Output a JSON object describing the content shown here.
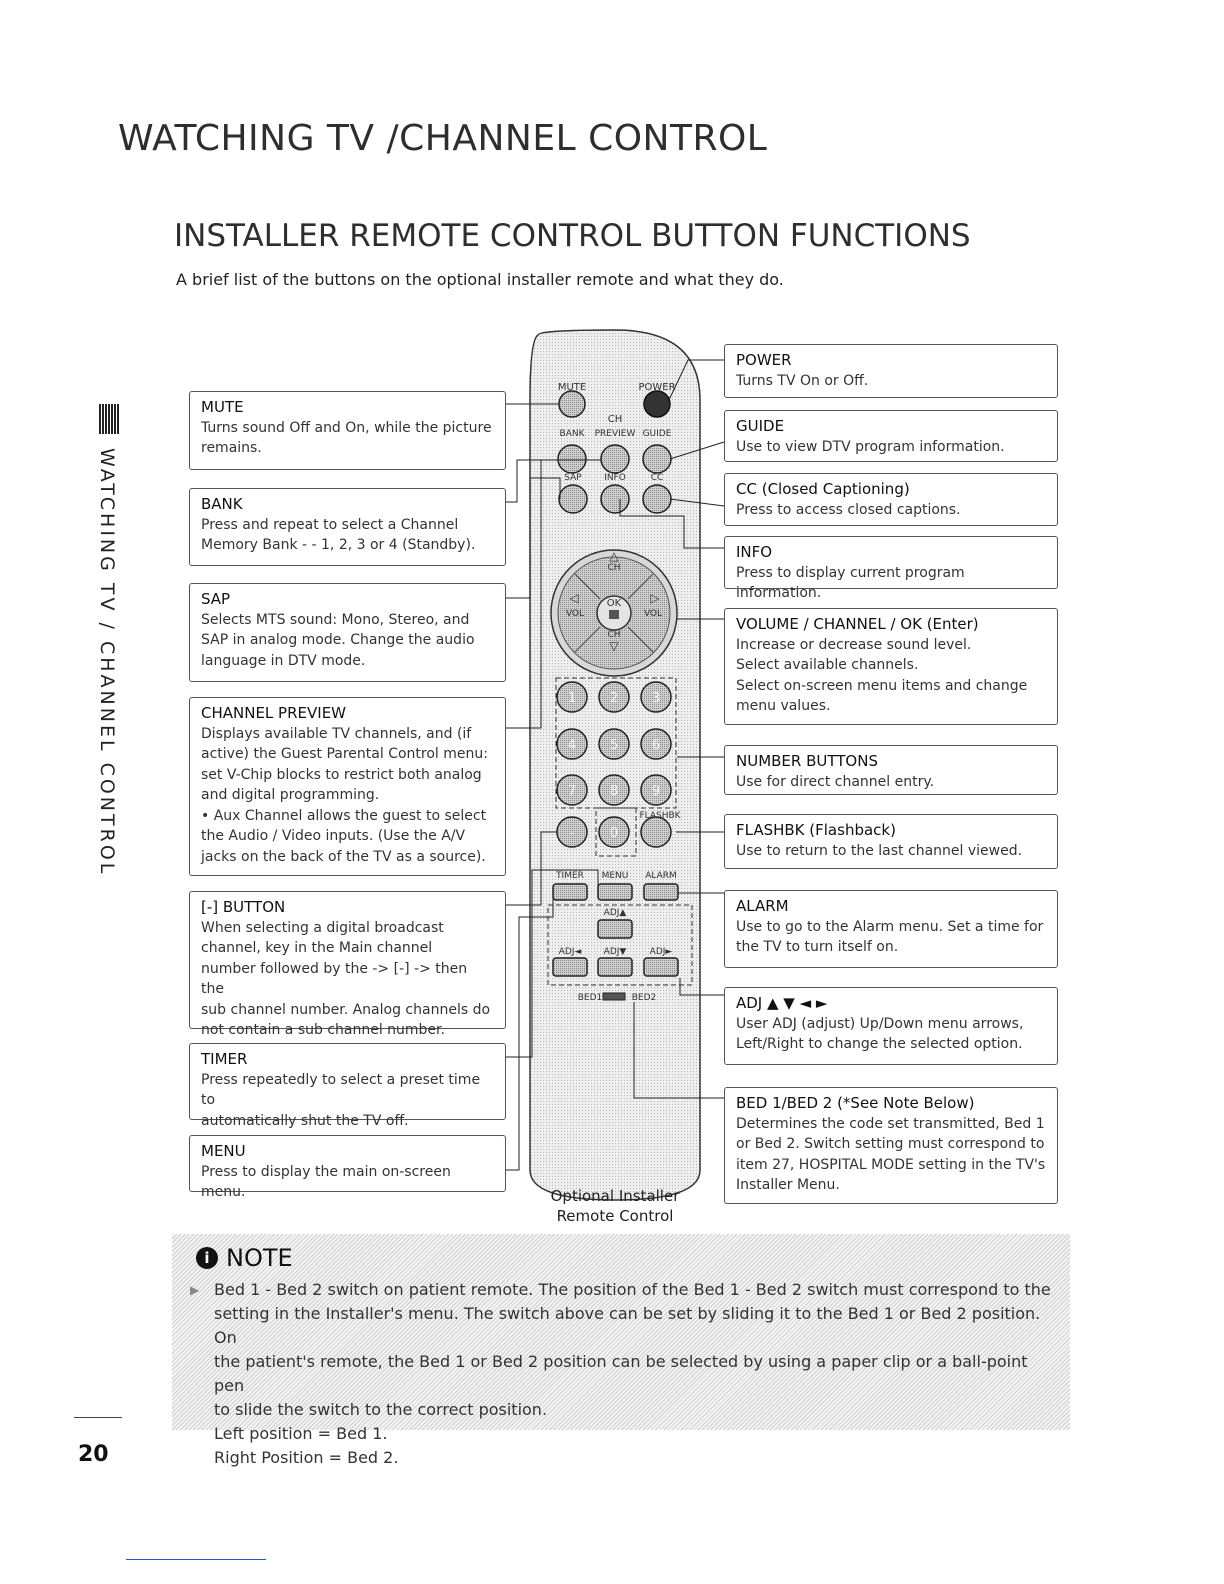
{
  "header": {
    "section_title": "WATCHING TV /CHANNEL CONTROL",
    "page_title": "INSTALLER REMOTE CONTROL BUTTON FUNCTIONS",
    "intro": "A brief list of the buttons on the optional installer remote and what they do."
  },
  "side_tab": "WATCHING TV / CHANNEL CONTROL",
  "left_boxes": [
    {
      "title": "MUTE",
      "body": "Turns sound Off and On, while the picture\nremains."
    },
    {
      "title": "BANK",
      "body": "Press and repeat to select a Channel\nMemory Bank - - 1, 2, 3 or 4 (Standby)."
    },
    {
      "title": "SAP",
      "body": "Selects MTS sound: Mono, Stereo, and\nSAP in analog mode. Change the audio\nlanguage in DTV mode."
    },
    {
      "title": "CHANNEL PREVIEW",
      "body": "Displays available TV channels, and (if\nactive) the Guest Parental Control menu:\nset V-Chip blocks to restrict both analog\nand digital programming.\n• Aux Channel allows the guest to select\nthe Audio / Video inputs. (Use the A/V\njacks on the back of the TV as a source)."
    },
    {
      "title": "[-] BUTTON",
      "body": "When selecting a digital broadcast\nchannel, key in the Main channel\nnumber followed by the -> [-] -> then the\nsub channel number. Analog channels do\nnot contain a sub channel number."
    },
    {
      "title": "TIMER",
      "body": "Press repeatedly to select a preset time to\nautomatically shut the TV off."
    },
    {
      "title": "MENU",
      "body": "Press to display the main on-screen menu."
    }
  ],
  "right_boxes": [
    {
      "title": "POWER",
      "body": "Turns TV On or Off."
    },
    {
      "title": "GUIDE",
      "body": "Use to view DTV program information."
    },
    {
      "title": "CC (Closed Captioning)",
      "body": "Press to access closed captions."
    },
    {
      "title": "INFO",
      "body": "Press to display current program information."
    },
    {
      "title": "VOLUME / CHANNEL / OK (Enter)",
      "body": "Increase or decrease sound level.\nSelect available channels.\nSelect on-screen menu items and change\nmenu values."
    },
    {
      "title": "NUMBER BUTTONS",
      "body": "Use for direct channel entry."
    },
    {
      "title": "FLASHBK (Flashback)",
      "body": "Use to return to the last channel viewed."
    },
    {
      "title": "ALARM",
      "body": "Use to go to the Alarm menu. Set a time for\nthe TV to turn itself on."
    },
    {
      "title": "ADJ ▲ ▼ ◄ ►",
      "body": "User ADJ (adjust) Up/Down menu arrows,\nLeft/Right to change the selected option."
    },
    {
      "title": "BED 1/BED 2 (*See Note Below)",
      "body": "Determines the code set transmitted, Bed 1\nor Bed 2. Switch setting must correspond to\nitem 27, HOSPITAL MODE setting in the TV's\nInstaller Menu."
    }
  ],
  "remote": {
    "labels": {
      "mute": "MUTE",
      "power": "POWER",
      "ch": "CH",
      "bank": "BANK",
      "preview": "PREVIEW",
      "guide": "GUIDE",
      "sap": "SAP",
      "info": "INFO",
      "cc": "CC",
      "vol": "VOL",
      "ok": "OK",
      "flashbk": "FLASHBK",
      "timer": "TIMER",
      "menu": "MENU",
      "alarm": "ALARM",
      "adj_up": "ADJ▲",
      "adj_left": "ADJ◄",
      "adj_down": "ADJ▼",
      "adj_right": "ADJ►",
      "bed1": "BED1",
      "bed2": "BED2"
    },
    "digits": [
      "1",
      "2",
      "3",
      "4",
      "5",
      "6",
      "7",
      "8",
      "9",
      "-",
      "0"
    ],
    "caption": "Optional Installer\nRemote Control"
  },
  "note": {
    "heading": "NOTE",
    "lines": [
      "Bed 1 - Bed 2 switch on patient remote. The position of the Bed 1 - Bed 2 switch must correspond to the",
      "setting in the Installer's menu. The switch above can be set by sliding it to the Bed 1 or Bed 2 position. On",
      "the patient's remote, the Bed 1 or Bed 2 position can be selected by using a paper clip or a ball-point pen",
      "to slide the switch to the correct position.",
      "Left position = Bed 1.",
      "Right Position = Bed 2."
    ]
  },
  "page_number": "20"
}
